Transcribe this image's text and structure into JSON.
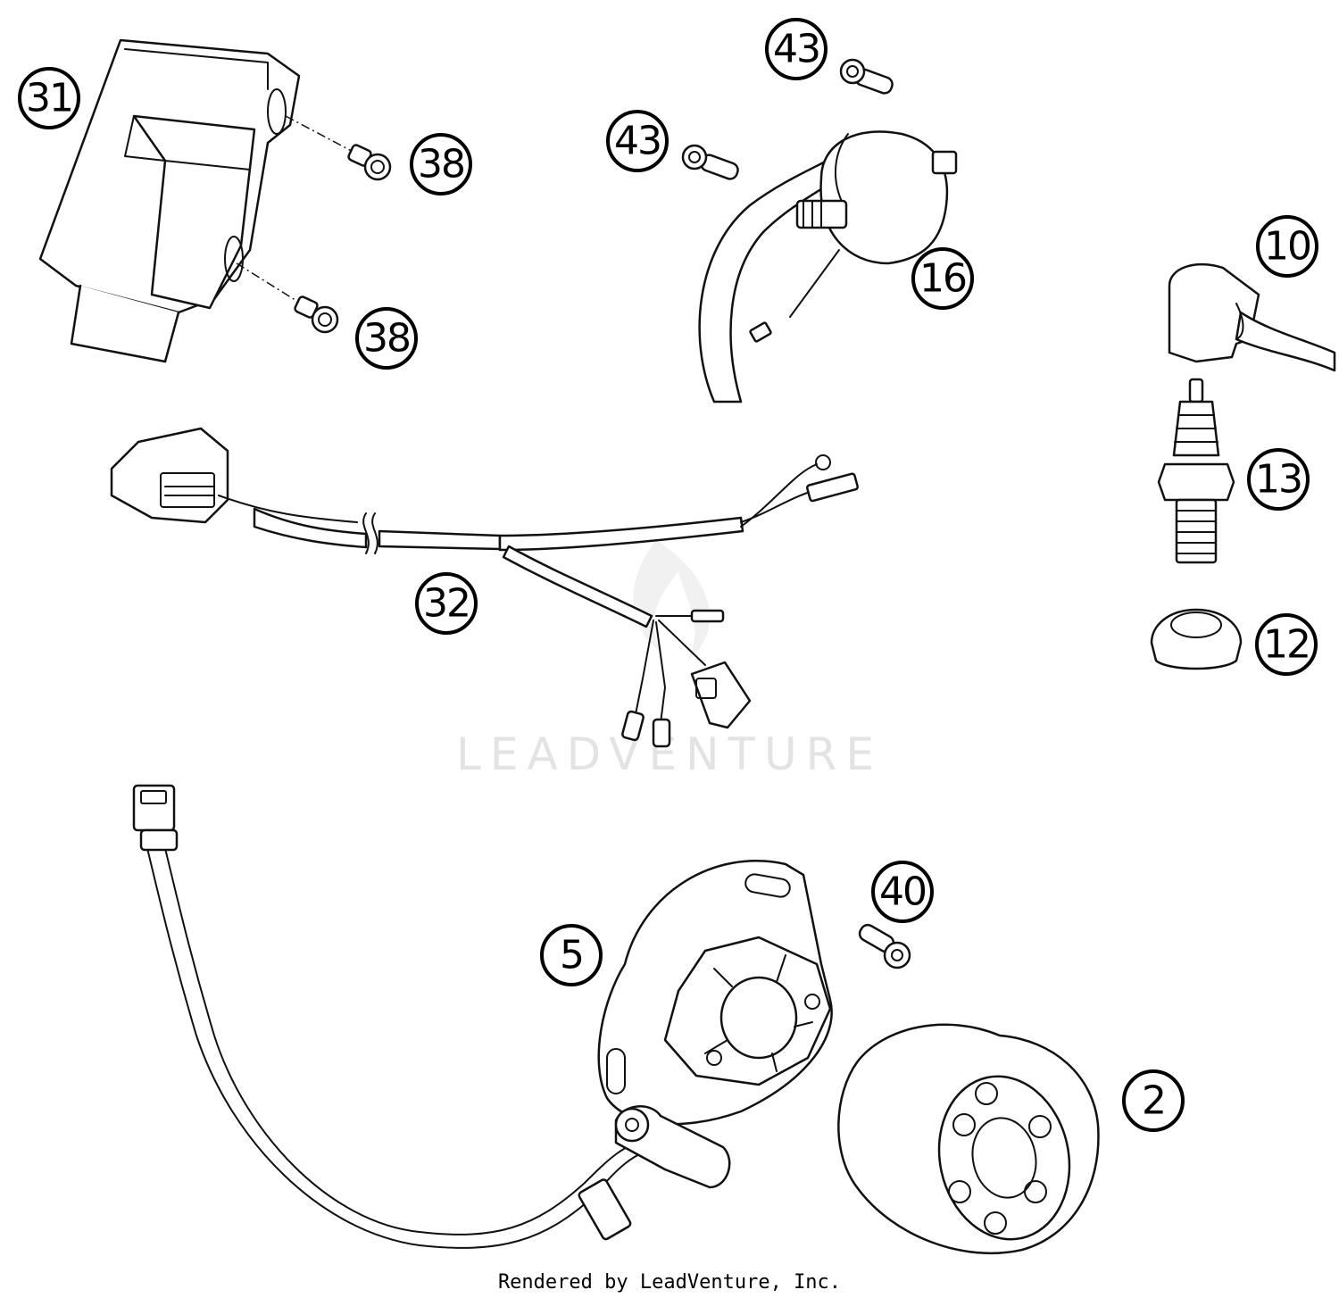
{
  "watermark": "LEADVENTURE",
  "footer": "Rendered by LeadVenture, Inc.",
  "callouts": {
    "c31": "31",
    "c38a": "38",
    "c38b": "38",
    "c43a": "43",
    "c43b": "43",
    "c16": "16",
    "c10": "10",
    "c13": "13",
    "c12": "12",
    "c32": "32",
    "c40": "40",
    "c5": "5",
    "c2": "2"
  }
}
